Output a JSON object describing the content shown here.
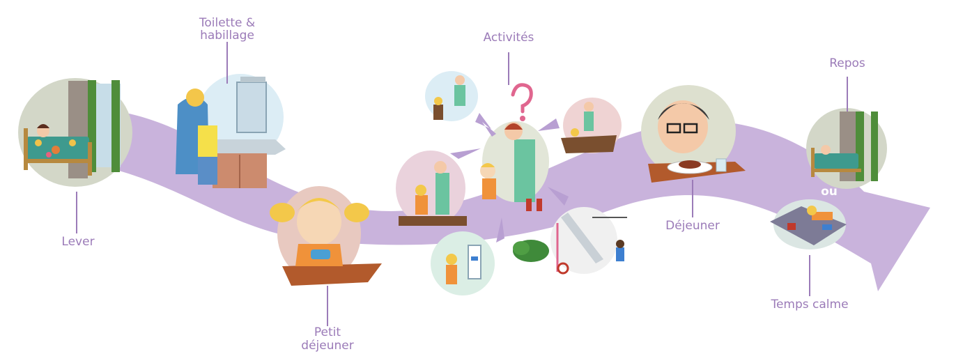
{
  "labels": {
    "lever": "Lever",
    "toilette_line1": "Toilette &",
    "toilette_line2": "habillage",
    "petit_line1": "Petit",
    "petit_line2": "déjeuner",
    "activites": "Activités",
    "dejeuner": "Déjeuner",
    "repos": "Repos",
    "ou": "ou",
    "temps_calme": "Temps calme"
  },
  "colors": {
    "path": "#c9b3dc",
    "label": "#9b7bb8",
    "question": "#e0668f",
    "table": "#b25a2c"
  },
  "icons": [
    "bed-icon",
    "sink-icon",
    "breakfast-icon",
    "teacher-icon",
    "question-icon",
    "lunch-icon",
    "rest-bed-icon",
    "quiet-play-icon",
    "slide-icon",
    "bush-icon"
  ]
}
